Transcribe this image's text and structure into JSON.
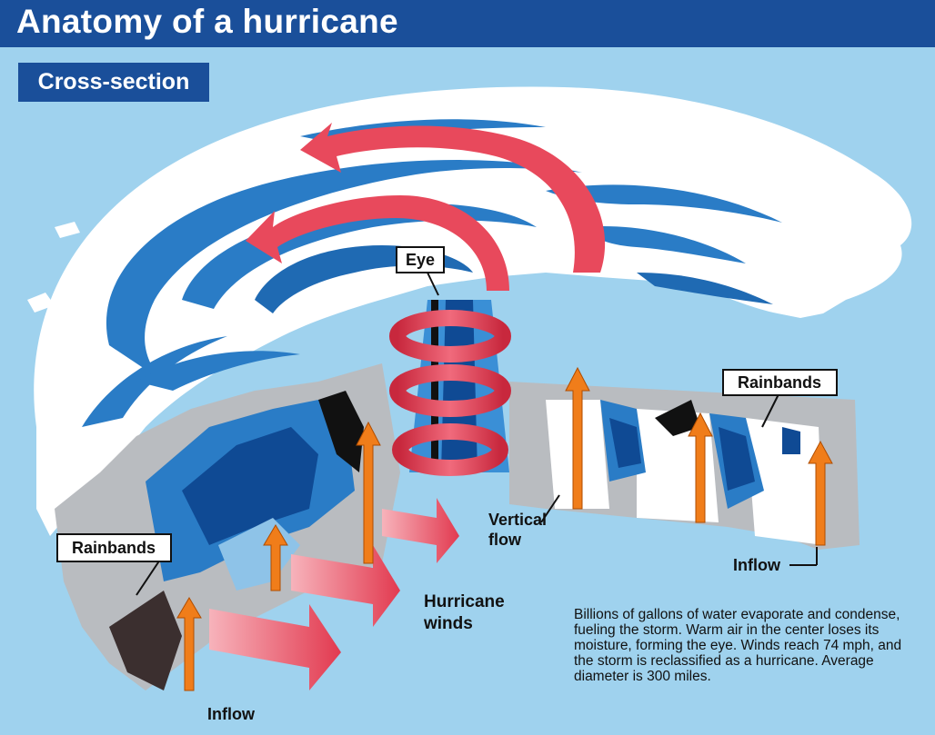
{
  "title": "Anatomy of a hurricane",
  "subtitle": "Cross-section",
  "labels": {
    "eye": "Eye",
    "rainbands_right": "Rainbands",
    "rainbands_left": "Rainbands",
    "vertical_flow_line1": "Vertical",
    "vertical_flow_line2": "flow",
    "hurricane_winds_line1": "Hurricane",
    "hurricane_winds_line2": "winds",
    "inflow_right": "Inflow",
    "inflow_bottom": "Inflow"
  },
  "description": "Billions of gallons of water evaporate and condense, fueling the storm. Warm air in the center loses its moisture, forming the eye. Winds reach 74 mph, and the storm is reclassified as a hurricane. Average diameter is 300 miles.",
  "colors": {
    "sky": "#9fd2ee",
    "banner": "#1a4f9a",
    "cloud": "#ffffff",
    "cloud_band": "#2a7cc6",
    "deep_band": "#0f4a94",
    "wind_arrow": "#e8495c",
    "updraft_arrow": "#f07d1a",
    "ground_gray": "#b9bcc0"
  }
}
